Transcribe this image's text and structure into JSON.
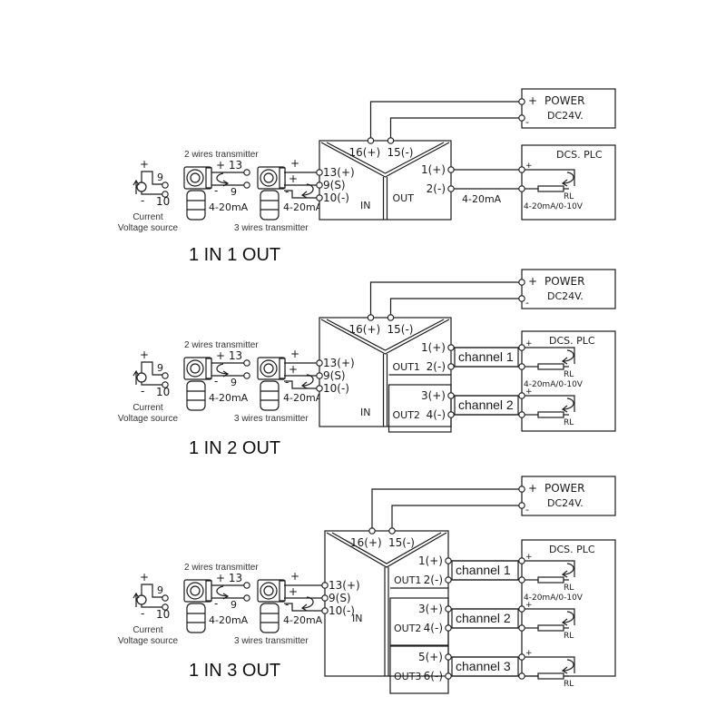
{
  "sections": [
    {
      "title": "1 IN 1 OUT",
      "power": {
        "label": "POWER",
        "voltage": "DC24V.",
        "plus": "+",
        "minus": "-"
      },
      "module": {
        "power_plus": "16(+)",
        "power_minus": "15(-)",
        "in_label": "IN",
        "inputs": [
          "13(+)",
          "9(S)",
          "10(-)"
        ],
        "outputs": [
          {
            "label": "OUT",
            "plus": "1(+)",
            "minus": "2(-)",
            "channel": ""
          }
        ]
      },
      "output_signal": "4-20mA",
      "dcs": {
        "label": "DCS. PLC",
        "load": "RL",
        "range": "4-20mA/0-10V"
      }
    },
    {
      "title": "1 IN 2 OUT",
      "power": {
        "label": "POWER",
        "voltage": "DC24V.",
        "plus": "+",
        "minus": "-"
      },
      "module": {
        "power_plus": "16(+)",
        "power_minus": "15(-)",
        "in_label": "IN",
        "inputs": [
          "13(+)",
          "9(S)",
          "10(-)"
        ],
        "outputs": [
          {
            "label": "OUT1",
            "plus": "1(+)",
            "minus": "2(-)",
            "channel": "channel 1"
          },
          {
            "label": "OUT2",
            "plus": "3(+)",
            "minus": "4(-)",
            "channel": "channel 2"
          }
        ]
      },
      "dcs": {
        "label": "DCS. PLC",
        "load": "RL",
        "range": "4-20mA/0-10V"
      }
    },
    {
      "title": "1 IN 3 OUT",
      "power": {
        "label": "POWER",
        "voltage": "DC24V.",
        "plus": "+",
        "minus": "-"
      },
      "module": {
        "power_plus": "16(+)",
        "power_minus": "15(-)",
        "in_label": "IN",
        "inputs": [
          "13(+)",
          "9(S)",
          "10(-)"
        ],
        "outputs": [
          {
            "label": "OUT1",
            "plus": "1(+)",
            "minus": "2(-)",
            "channel": "channel 1"
          },
          {
            "label": "OUT2",
            "plus": "3(+)",
            "minus": "4(-)",
            "channel": "channel 2"
          },
          {
            "label": "OUT3",
            "plus": "5(+)",
            "minus": "6(-)",
            "channel": "channel 3"
          }
        ]
      },
      "dcs": {
        "label": "DCS. PLC",
        "load": "RL",
        "range": "4-20mA/0-10V"
      }
    }
  ],
  "source": {
    "caption_line1": "Current",
    "caption_line2": "Voltage source",
    "plus": "+",
    "minus": "-",
    "pin_a": "9",
    "pin_b": "10"
  },
  "two_wire": {
    "title": "2 wires transmitter",
    "plus_label": "+ 13",
    "minus": "-",
    "pin": "9",
    "signal": "4-20mA"
  },
  "three_wire": {
    "title": "3 wires transmitter",
    "plus": "+",
    "minus": "-",
    "signal": "4-20mA"
  }
}
